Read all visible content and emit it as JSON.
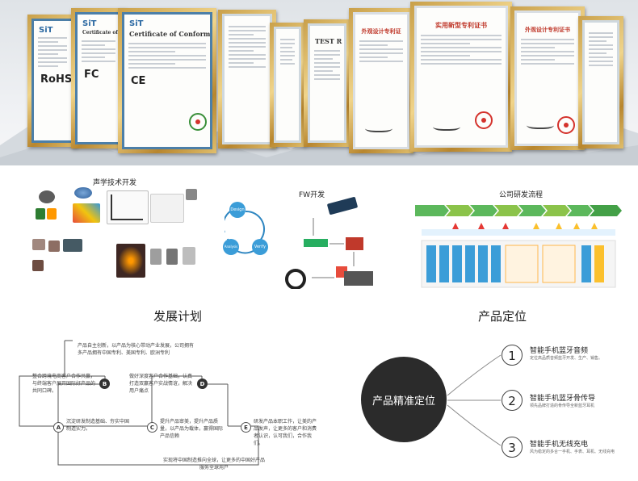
{
  "certificates": [
    {
      "logo": "SiT",
      "title": "",
      "mark": "RoHS"
    },
    {
      "logo": "SiT",
      "title": "Certificate of Conformity",
      "mark": "FC"
    },
    {
      "logo": "SiT",
      "title": "Certificate of Conformity",
      "mark": "CE"
    },
    {
      "logo": "",
      "title": "",
      "mark": ""
    },
    {
      "logo": "",
      "title": "TEST R",
      "mark": ""
    },
    {
      "logo": "",
      "title": "外观设计专利证",
      "mark": ""
    },
    {
      "logo": "",
      "title": "实用新型专利证书",
      "mark": ""
    },
    {
      "logo": "",
      "title": "外观设计专利证书",
      "mark": ""
    }
  ],
  "tech": {
    "acoustic_title": "声学技术开发",
    "fw_title": "FW开发",
    "process_title": "公司研发流程",
    "fw_steps": [
      "Design",
      "Verify",
      "Analysis"
    ]
  },
  "plan": {
    "title": "发展计划",
    "steps": [
      {
        "id": "A",
        "text": "沉淀研发制造基础、夯实中国制造实力。"
      },
      {
        "id": "B",
        "text": "整合跨境电商客户合作共赢，与终端客户展开国际好产品的共同口碑。"
      },
      {
        "id": "C",
        "text": "提升产品审美，提升产品质量，以产品为载体，赢得国际产品信赖"
      },
      {
        "id": "D",
        "text": "做好深度客户合作基础，认真打造双赢客户实战情谊，解决用户痛点"
      },
      {
        "id": "E",
        "text": "研发产品本职工作，让美的产品发声，让更多的客户和消费者认识，认可我们，合作我们。"
      }
    ],
    "top_text": "产品自主创新，以产品为核心带动产业发展，公司拥有多产品拥有中国专利、美国专利、欧洲专利",
    "bottom_text": "实现将中国制造推向全球，让更多的中国好产品服务全球用户"
  },
  "positioning": {
    "title": "产品定位",
    "center": "产品精准定位",
    "items": [
      {
        "num": "1",
        "title": "智能手机蓝牙音频",
        "desc": "定位高品质音频蓝牙开发、生产、销售。"
      },
      {
        "num": "2",
        "title": "智能手机蓝牙骨传导",
        "desc": "领先品牌打造的骨传导全新蓝牙耳机"
      },
      {
        "num": "3",
        "title": "智能手机无线充电",
        "desc": "风为稳定的多合一手机、手表、耳机、无线充电"
      }
    ]
  },
  "colors": {
    "frame_gold": "#d4ad5c",
    "frame_blue": "#4c7fa8",
    "seal_red": "#d4322c",
    "flow_green": "#5cb85c",
    "flow_blue": "#3b9dd8"
  }
}
